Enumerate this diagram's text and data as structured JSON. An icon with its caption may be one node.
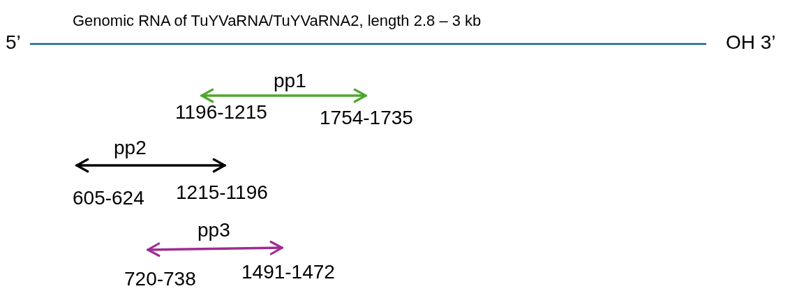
{
  "diagram": {
    "title": "Genomic RNA of TuYVaRNA/TuYVaRNA2, length 2.8 – 3 kb",
    "labels": [
      "5’",
      "OH 3’",
      "pp1",
      "1196-1215",
      "1754-1735",
      "pp2",
      "605-624",
      "1215-1196",
      "pp3",
      "720-738",
      "1491-1472"
    ]
  }
}
